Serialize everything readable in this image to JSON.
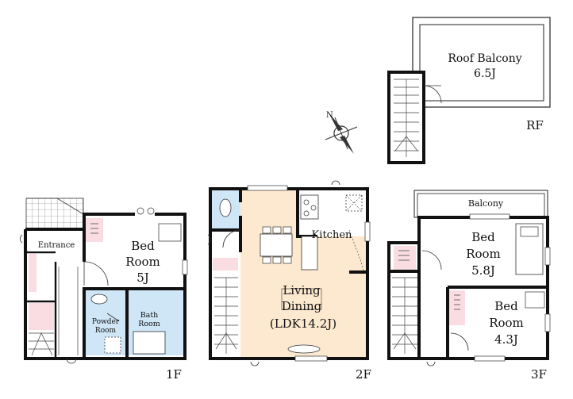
{
  "floors": {
    "f1": {
      "name": "1F",
      "rooms": {
        "entrance": "Entrance",
        "bed_l1": "Bed",
        "bed_l2": "Room",
        "bed_l3": "5J",
        "powder_l1": "Powder",
        "powder_l2": "Room",
        "bath_l1": "Bath",
        "bath_l2": "Room"
      }
    },
    "f2": {
      "name": "2F",
      "rooms": {
        "kitchen": "Kitchen",
        "ldk_l1": "Living",
        "ldk_l2": "Dining",
        "ldk_l3": "(LDK14.2J)"
      }
    },
    "f3": {
      "name": "3F",
      "rooms": {
        "balcony": "Balcony",
        "bed1_l1": "Bed",
        "bed1_l2": "Room",
        "bed1_l3": "5.8J",
        "bed2_l1": "Bed",
        "bed2_l2": "Room",
        "bed2_l3": "4.3J"
      }
    },
    "rf": {
      "name": "RF",
      "rooms": {
        "roof_l1": "Roof Balcony",
        "roof_l2": "6.5J"
      }
    }
  },
  "compass": {
    "symbol": "N"
  },
  "colors": {
    "wall": "#111111",
    "ldk_floor": "#fde9cf",
    "wet_area": "#cfe6f7",
    "storage": "#f9dde3",
    "entrance_tile": "#ffffff"
  }
}
